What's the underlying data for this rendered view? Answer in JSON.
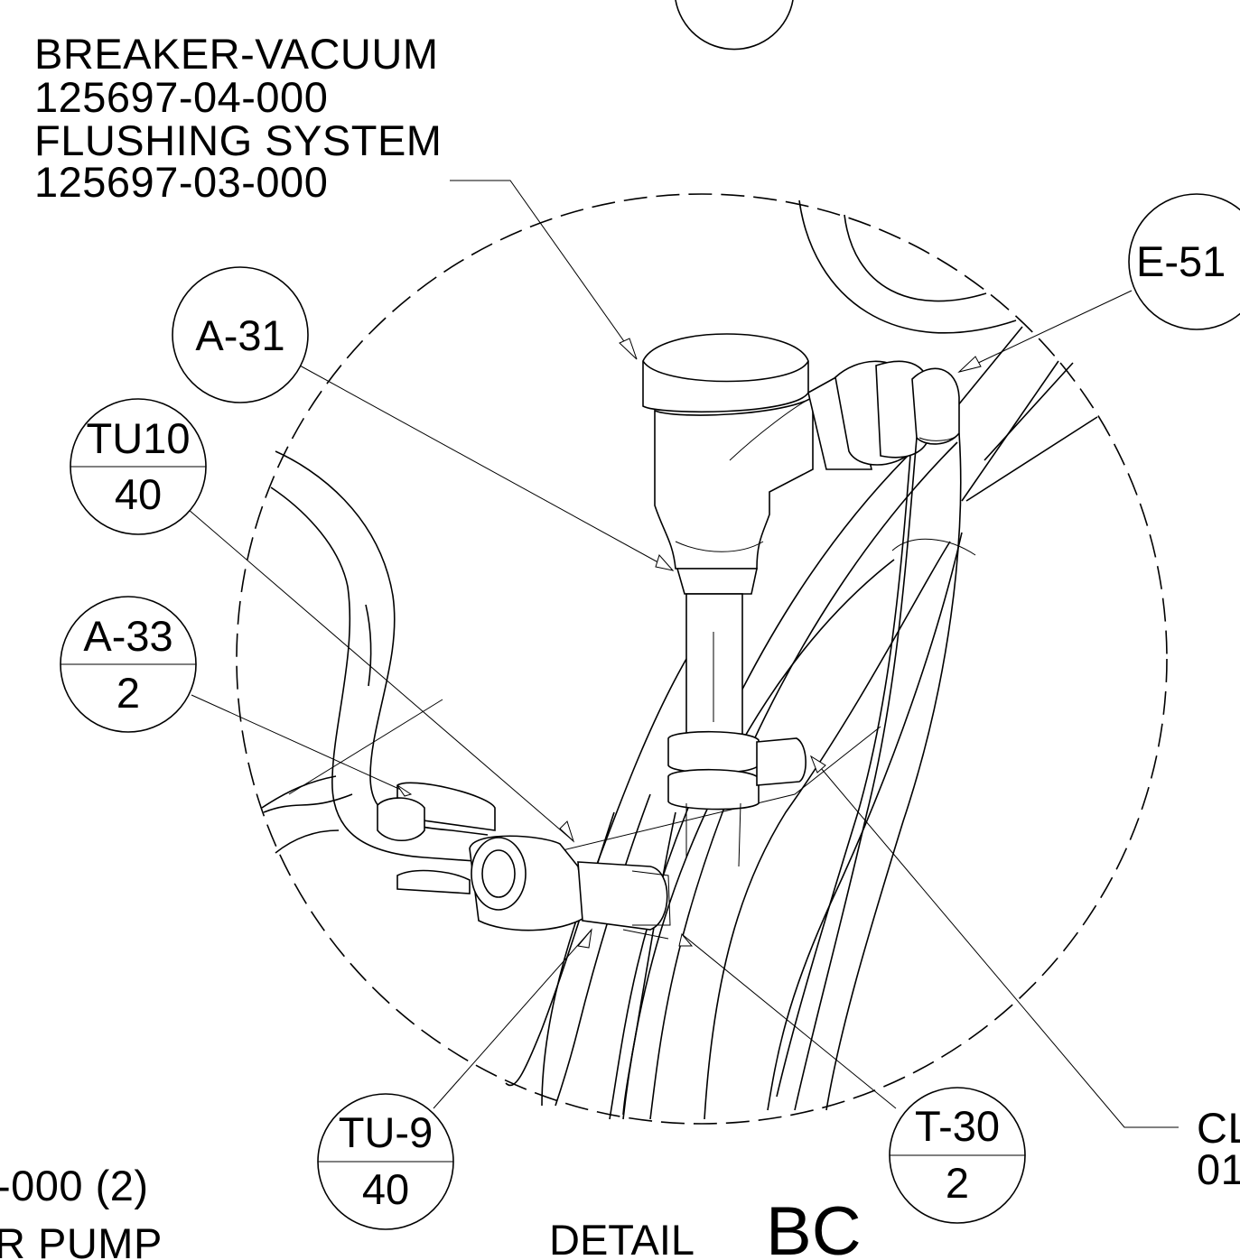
{
  "part_note": {
    "line1": "BREAKER-VACUUM",
    "line2": "125697-04-000",
    "line3": "FLUSHING SYSTEM",
    "line4": "125697-03-000"
  },
  "balloons": {
    "a31": {
      "label": "A-31"
    },
    "tu10": {
      "top": "TU10",
      "bottom": "40"
    },
    "a33": {
      "top": "A-33",
      "bottom": "2"
    },
    "tu9": {
      "top": "TU-9",
      "bottom": "40"
    },
    "t30": {
      "top": "T-30",
      "bottom": "2"
    },
    "e51": {
      "label": "E-51"
    }
  },
  "partial_texts": {
    "bottom_left_1": "-000 (2)",
    "bottom_left_2": "R PUMP",
    "right_1": "CL",
    "right_2": "01"
  },
  "detail": {
    "prefix": "DETAIL",
    "id": "BC"
  }
}
